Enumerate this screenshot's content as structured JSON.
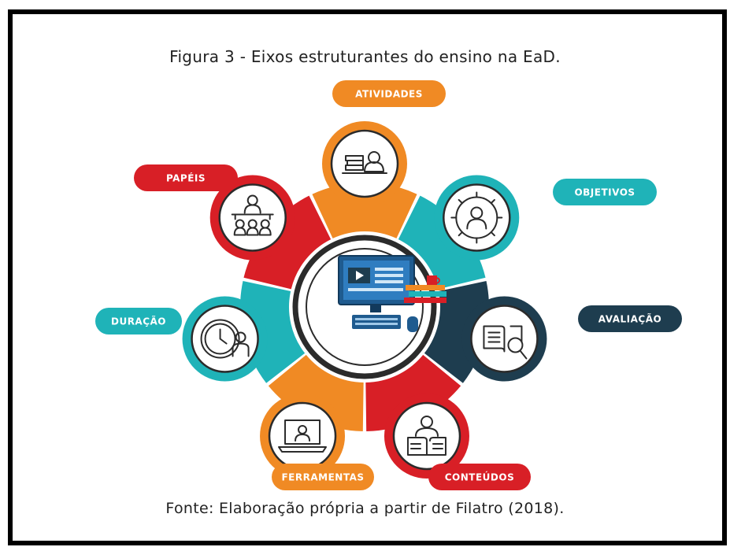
{
  "caption": "Figura 3 - Eixos estruturantes do ensino na EaD.",
  "source": "Fonte:  Elaboração própria a partir de Filatro (2018).",
  "axes": [
    {
      "label": "ATIVIDADES",
      "color": "#f08a24",
      "icon": "books-person-icon"
    },
    {
      "label": "OBJETIVOS",
      "color": "#1fb3b8",
      "icon": "gear-person-icon"
    },
    {
      "label": "AVALIAÇÃO",
      "color": "#1e3d4f",
      "icon": "book-magnifier-icon"
    },
    {
      "label": "CONTEÚDOS",
      "color": "#d81f26",
      "icon": "person-reading-icon"
    },
    {
      "label": "FERRAMENTAS",
      "color": "#f08a24",
      "icon": "laptop-person-icon"
    },
    {
      "label": "DURAÇÃO",
      "color": "#1fb3b8",
      "icon": "clock-person-icon"
    },
    {
      "label": "PAPÉIS",
      "color": "#d81f26",
      "icon": "classroom-icon"
    }
  ],
  "center": {
    "icon": "computer-desk-icon"
  }
}
